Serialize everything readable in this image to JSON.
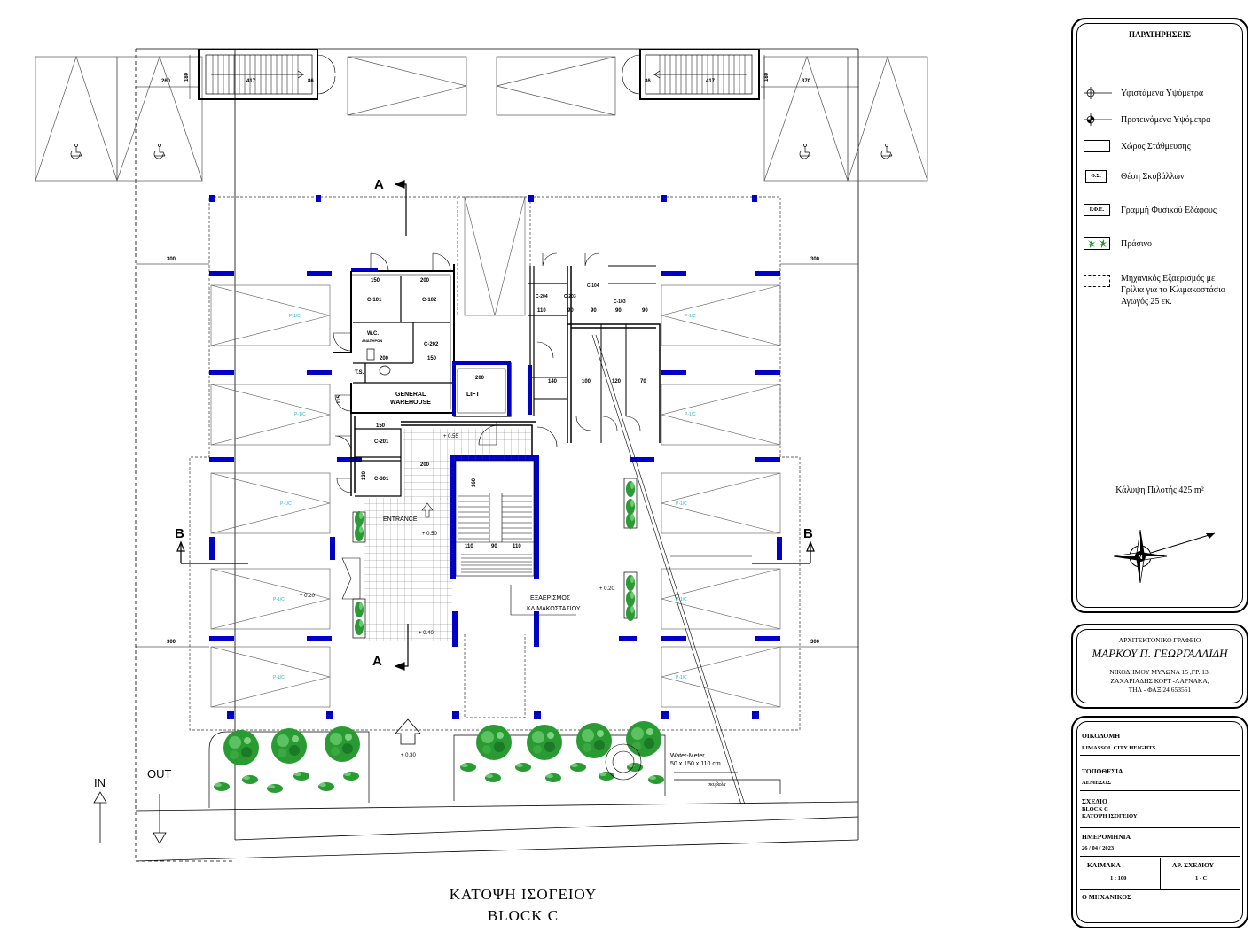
{
  "drawing": {
    "title_line1": "ΚΑΤΟΨΗ ΙΣΟΓΕΙΟΥ",
    "title_line2": "BLOCK C",
    "section_a": "A",
    "section_b": "B",
    "in_label": "IN",
    "out_label": "OUT",
    "dims": {
      "d180": "180",
      "d260": "260",
      "d417": "417",
      "d86": "86",
      "d370": "370",
      "d300": "300",
      "d150": "150",
      "d200": "200",
      "d140": "140",
      "d110": "110",
      "d90": "90",
      "d100": "100",
      "d120": "120",
      "d70": "70",
      "d115": "115",
      "d130": "130",
      "d160": "160"
    },
    "rooms": {
      "c101": "C-101",
      "c102": "C-102",
      "c202": "C-202",
      "wc": "W.C.",
      "wc_sub": "ΑΝΑΠΗΡΩΝ",
      "ts": "T.S.",
      "general1": "GENERAL",
      "general2": "WAREHOUSE",
      "lift": "LIFT",
      "c201": "C-201",
      "c301": "C-301",
      "c204": "C-204",
      "c203": "C-203",
      "c104": "C-104",
      "c103": "C-103",
      "entrance": "ENTRANCE",
      "ventilation1": "ΕΞΑΕΡΙΣΜΟΣ",
      "ventilation2": "ΚΛΙΜΑΚΟΣΤΑΣΙΟΥ",
      "water1": "Water-Meter",
      "water2": "50 x 150 x 110 cm",
      "sub_label": "σκυβαλα"
    },
    "levels": {
      "l055": "+ 0.55",
      "l050": "+ 0.50",
      "l020a": "+ 0.20",
      "l020b": "+ 0.20",
      "l040": "+ 0.40",
      "l030": "+ 0.30"
    },
    "parking_tag": "P-1/C"
  },
  "legend": {
    "title": "ΠΑΡΑΤΗΡΗΣΕΙΣ",
    "items": [
      {
        "label": "Υφιστάμενα Υψόμετρα"
      },
      {
        "label": "Προτεινόμενα Υψόμετρα"
      },
      {
        "label": "Χώρος Στάθμευσης"
      },
      {
        "code": "Θ.Σ.",
        "label": "Θέση Σκυβάλλων"
      },
      {
        "code": "Γ.Φ.Ε.",
        "label": "Γραμμή Φυσικού Εδάφους"
      },
      {
        "label": "Πράσινο"
      },
      {
        "label_line1": "Μηχανικός Εξαερισμός με",
        "label_line2": "Γρίλια για το Κλιμακοστάσιο",
        "label_line3": "Αγωγός 25 εκ."
      }
    ],
    "coverage": "Κάλυψη Πιλοτής 425 m²",
    "north": "N"
  },
  "office": {
    "heading": "ΑΡΧΙΤΕΚΤΟΝΙΚΟ ΓΡΑΦΕΙΟ",
    "name": "ΜΑΡΚΟΥ Π. ΓΕΩΡΓΑΛΛΙΔΗ",
    "address1": "ΝΙΚΟΔΗΜΟΥ ΜΥΛΩΝΑ 15 ,ΓΡ. 13,",
    "address2": "ΖΑΧΑΡΙΑΔΗΣ ΚΟΡΤ -ΛΑΡΝΑΚΑ,",
    "phone": "ΤΗΛ  -  ΦΑΞ  24 653551"
  },
  "title_block": {
    "building_label": "ΟΙΚΟΔΟΜΗ",
    "building_value": "LIMASSOL CITY HEIGHTS",
    "location_label": "ΤΟΠΟΘΕΣΙΑ",
    "location_value": "ΛΕΜΕΣΟΣ",
    "drawing_label": "ΣΧΕΔΙΟ",
    "drawing_value1": "BLOCK  C",
    "drawing_value2": "ΚΑΤΟΨΗ  ΙΣΟΓΕΙΟΥ",
    "date_label": "ΗΜΕΡΟΜΗΝΙΑ",
    "date_value": "26 / 04 / 2023",
    "scale_label": "ΚΛΙΜΑΚΑ",
    "scale_value": "1 : 100",
    "sheet_label": "ΑΡ.   ΣΧΕΔΙΟΥ",
    "sheet_value": "1 - C",
    "engineer_label": "Ο ΜΗΧΑΝΙΚΟΣ"
  },
  "colors": {
    "column": "#0000c8",
    "green": "#1a9a28",
    "cyan": "#28b4c8",
    "line": "#000000"
  }
}
